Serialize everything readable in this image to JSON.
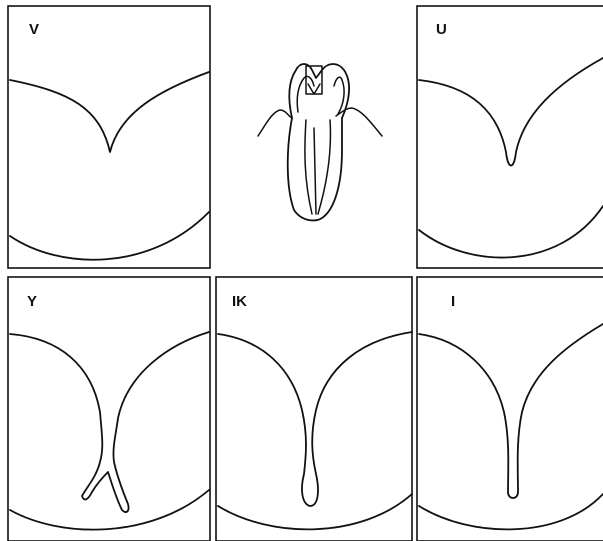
{
  "panels": {
    "v": {
      "label": "V"
    },
    "u": {
      "label": "U"
    },
    "y": {
      "label": "Y"
    },
    "ik": {
      "label": "IK"
    },
    "i": {
      "label": "I"
    }
  },
  "center_image": {
    "icon": "tooth-longitudinal-section-icon"
  }
}
